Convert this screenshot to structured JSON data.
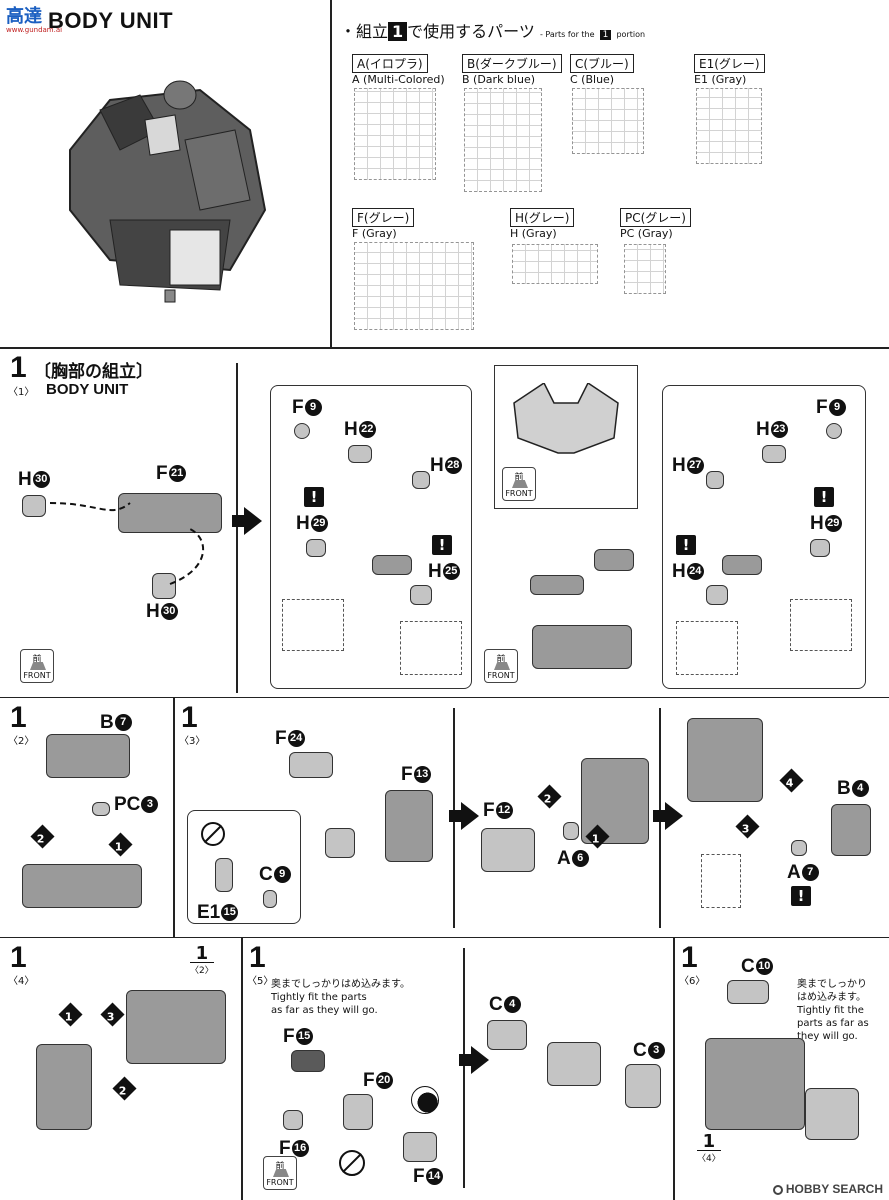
{
  "header": {
    "logo_text": "高達",
    "logo_url_text": "www.gundam.ai",
    "title": "BODY UNIT"
  },
  "parts_panel": {
    "heading_jp_prefix": "・組立",
    "heading_box": "1",
    "heading_jp_suffix": "で使用するパーツ",
    "heading_en_prefix": "- Parts for the",
    "heading_en_suffix": "portion",
    "runners": [
      {
        "jp": "A(イロプラ)",
        "en": "A (Multi-Colored)"
      },
      {
        "jp": "B(ダークブルー)",
        "en": "B (Dark blue)"
      },
      {
        "jp": "C(ブルー)",
        "en": "C (Blue)"
      },
      {
        "jp": "E1(グレー)",
        "en": "E1 (Gray)"
      },
      {
        "jp": "F(グレー)",
        "en": "F (Gray)"
      },
      {
        "jp": "H(グレー)",
        "en": "H (Gray)"
      },
      {
        "jp": "PC(グレー)",
        "en": "PC (Gray)"
      }
    ]
  },
  "step1": {
    "num": "1",
    "sub": "〈1〉",
    "title_jp": "〔胸部の組立〕",
    "title_en": "BODY UNIT",
    "labels": {
      "h30a": "H",
      "h30a_n": "30",
      "f21": "F",
      "f21_n": "21",
      "h30b": "H",
      "h30b_n": "30",
      "f9l": "F",
      "f9l_n": "9",
      "h22": "H",
      "h22_n": "22",
      "h28": "H",
      "h28_n": "28",
      "h29l": "H",
      "h29l_n": "29",
      "h25": "H",
      "h25_n": "25",
      "f9r": "F",
      "f9r_n": "9",
      "h23": "H",
      "h23_n": "23",
      "h27": "H",
      "h27_n": "27",
      "h29r": "H",
      "h29r_n": "29",
      "h24": "H",
      "h24_n": "24"
    },
    "warn": "!",
    "front_jp": "前",
    "front_en": "FRONT"
  },
  "step2": {
    "num": "1",
    "sub": "〈2〉",
    "labels": {
      "b7": "B",
      "b7_n": "7",
      "pc3": "PC",
      "pc3_n": "3"
    },
    "steps": [
      "2",
      "1"
    ]
  },
  "step3": {
    "num": "1",
    "sub": "〈3〉",
    "labels": {
      "f24": "F",
      "f24_n": "24",
      "f13": "F",
      "f13_n": "13",
      "c9": "C",
      "c9_n": "9",
      "e115": "E1",
      "e115_n": "15",
      "f12": "F",
      "f12_n": "12",
      "a6": "A",
      "a6_n": "6",
      "b4": "B",
      "b4_n": "4",
      "a7": "A",
      "a7_n": "7"
    },
    "steps": [
      "2",
      "1",
      "4",
      "3"
    ],
    "warn": "!"
  },
  "step4": {
    "num": "1",
    "sub": "〈4〉",
    "ref_num": "1",
    "ref_sub": "〈2〉",
    "steps": [
      "1",
      "3",
      "2"
    ]
  },
  "step5": {
    "num": "1",
    "sub": "〈5〉",
    "note_jp": "奥までしっかりはめ込みます。",
    "note_en_1": "Tightly fit the parts",
    "note_en_2": "as far as they will go.",
    "labels": {
      "f15": "F",
      "f15_n": "15",
      "f20": "F",
      "f20_n": "20",
      "f16": "F",
      "f16_n": "16",
      "f14": "F",
      "f14_n": "14",
      "c4": "C",
      "c4_n": "4",
      "c3": "C",
      "c3_n": "3"
    },
    "front_jp": "前",
    "front_en": "FRONT"
  },
  "step6": {
    "num": "1",
    "sub": "〈6〉",
    "note_jp_1": "奥までしっかり",
    "note_jp_2": "はめ込みます。",
    "note_en_1": "Tightly fit the",
    "note_en_2": "parts as far as",
    "note_en_3": "they will go.",
    "labels": {
      "c10": "C",
      "c10_n": "10"
    },
    "ref_num": "1",
    "ref_sub": "〈4〉",
    "credit": "HOBBY SEARCH"
  }
}
